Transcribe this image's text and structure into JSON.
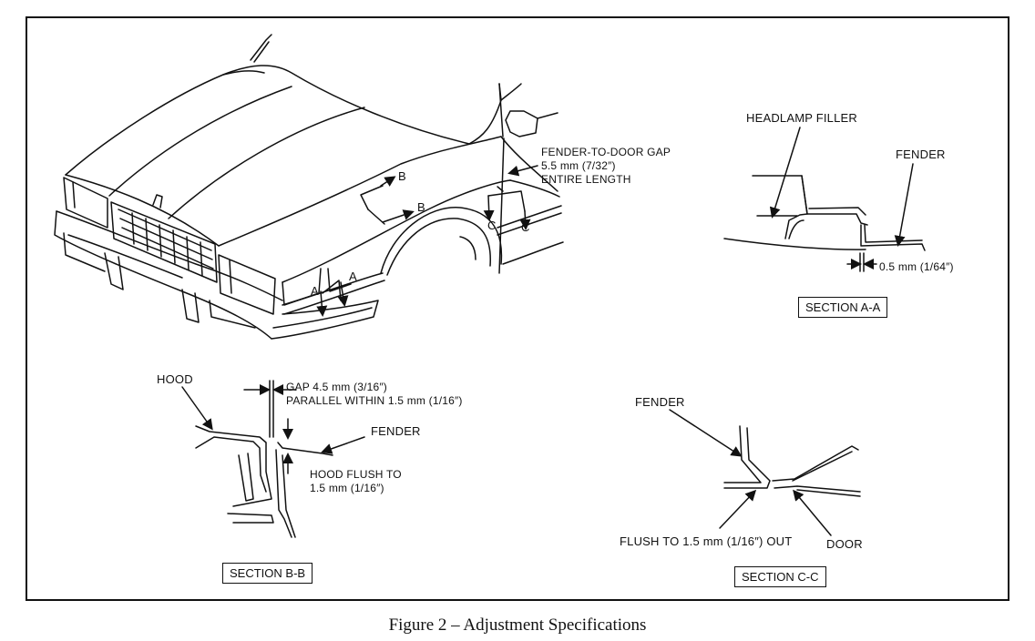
{
  "figure_caption": "Figure 2 – Adjustment Specifications",
  "car_labels": {
    "a_left": "A",
    "a_right": "A",
    "b_upper": "B",
    "b_lower": "B",
    "c_left": "C",
    "c_right": "C"
  },
  "fender_door_gap": {
    "line1": "FENDER-TO-DOOR GAP",
    "line2": "5.5 mm (7/32″)",
    "line3": "ENTIRE LENGTH"
  },
  "section_aa": {
    "headlamp_filler": "HEADLAMP FILLER",
    "fender": "FENDER",
    "gap": "0.5 mm (1/64″)",
    "title": "SECTION A-A"
  },
  "section_bb": {
    "hood": "HOOD",
    "gap_line1": "GAP 4.5 mm (3/16″)",
    "gap_line2": "PARALLEL WITHIN 1.5 mm (1/16″)",
    "fender": "FENDER",
    "flush_line1": "HOOD FLUSH TO",
    "flush_line2": "1.5 mm (1/16″)",
    "title": "SECTION B-B"
  },
  "section_cc": {
    "fender": "FENDER",
    "flush": "FLUSH TO 1.5 mm (1/16″) OUT",
    "door": "DOOR",
    "title": "SECTION C-C"
  }
}
